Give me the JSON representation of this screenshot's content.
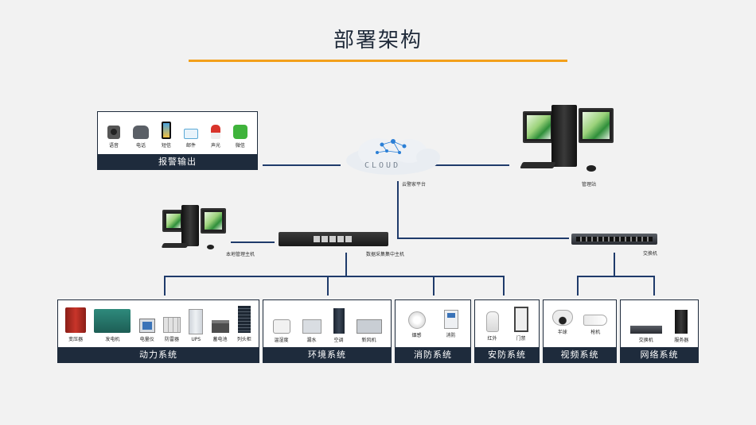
{
  "title": "部署架构",
  "alarm": {
    "caption": "报警输出",
    "items": [
      "语音",
      "电话",
      "短信",
      "邮件",
      "声光",
      "微信"
    ]
  },
  "cloud": {
    "label": "云警家平台",
    "word": "CLOUD"
  },
  "management": {
    "label": "管理站"
  },
  "local_host": {
    "label": "本地管理主机"
  },
  "collector": {
    "label": "数据采集集中主机"
  },
  "switch": {
    "label": "交换机"
  },
  "groups": [
    {
      "caption": "动力系统",
      "items": [
        "变压器",
        "发电机",
        "电量仪",
        "防雷器",
        "UPS",
        "蓄电池",
        "列头柜"
      ]
    },
    {
      "caption": "环境系统",
      "items": [
        "温湿度",
        "漏水",
        "空调",
        "新风机"
      ]
    },
    {
      "caption": "消防系统",
      "items": [
        "烟感",
        "消防"
      ]
    },
    {
      "caption": "安防系统",
      "items": [
        "红外",
        "门禁"
      ]
    },
    {
      "caption": "视频系统",
      "items": [
        "半球",
        "枪机"
      ]
    },
    {
      "caption": "网络系统",
      "items": [
        "交换机",
        "服务器"
      ]
    }
  ],
  "colors": {
    "accent": "#f3a01b",
    "line": "#1f3b6b",
    "panel_caption": "#1e2b3c"
  }
}
